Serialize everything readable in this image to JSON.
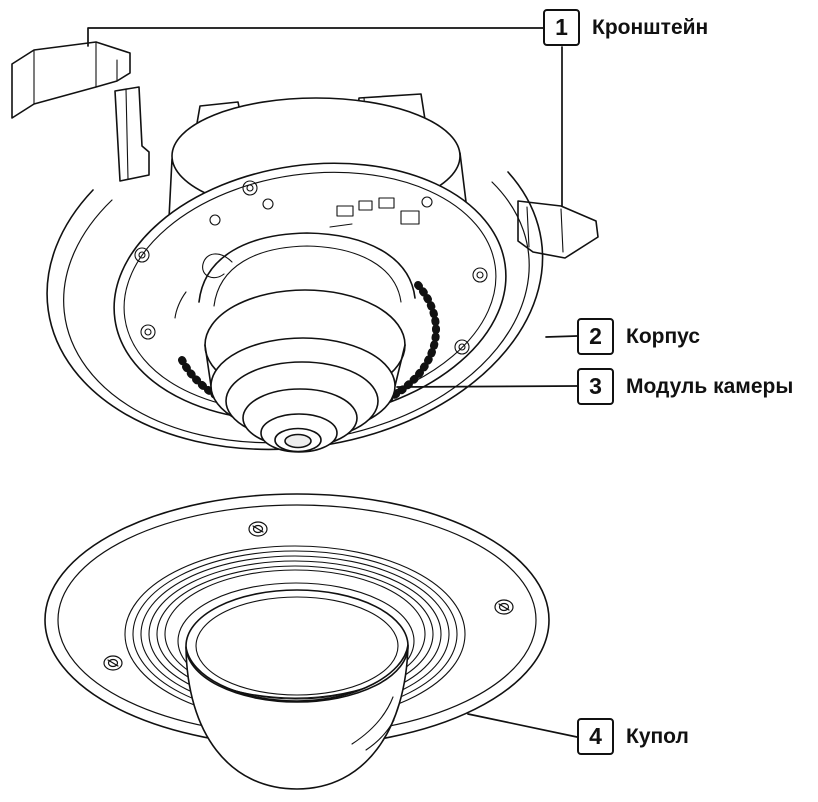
{
  "diagram": {
    "background_color": "#ffffff",
    "line_color": "#111111",
    "callouts": [
      {
        "number": "1",
        "label": "Кронштейн"
      },
      {
        "number": "2",
        "label": "Корпус"
      },
      {
        "number": "3",
        "label": "Модуль камеры"
      },
      {
        "number": "4",
        "label": "Купол"
      }
    ]
  }
}
